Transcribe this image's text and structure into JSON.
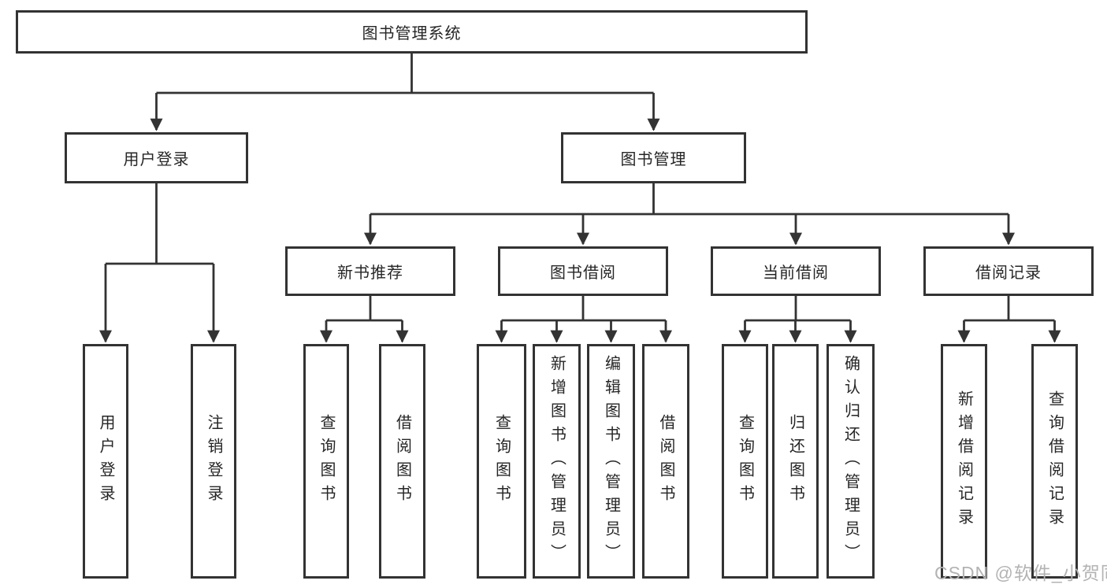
{
  "tree": {
    "label": "图书管理系统",
    "children": [
      {
        "label": "用户登录",
        "children": [
          {
            "label": "用户登录"
          },
          {
            "label": "注销登录"
          }
        ]
      },
      {
        "label": "图书管理",
        "children": [
          {
            "label": "新书推荐",
            "children": [
              {
                "label": "查询图书"
              },
              {
                "label": "借阅图书"
              }
            ]
          },
          {
            "label": "图书借阅",
            "children": [
              {
                "label": "查询图书"
              },
              {
                "label": "新增图书（管理员）"
              },
              {
                "label": "编辑图书（管理员）"
              },
              {
                "label": "借阅图书"
              }
            ]
          },
          {
            "label": "当前借阅",
            "children": [
              {
                "label": "查询图书"
              },
              {
                "label": "归还图书"
              },
              {
                "label": "确认归还（管理员）"
              }
            ]
          },
          {
            "label": "借阅记录",
            "children": [
              {
                "label": "新增借阅记录"
              },
              {
                "label": "查询借阅记录"
              }
            ]
          }
        ]
      }
    ]
  },
  "watermark": {
    "text": "CSDN @软件_小贺同学"
  },
  "colors": {
    "line": "#333333",
    "text": "#262626",
    "background": "#ffffff",
    "watermark": "#b3b3b3"
  }
}
